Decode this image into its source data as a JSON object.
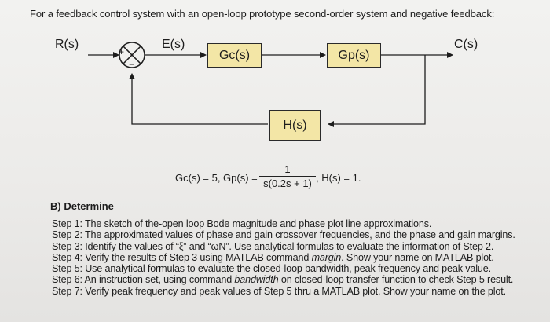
{
  "intro": "For a feedback control system with an open-loop prototype second-order system and negative feedback:",
  "diagram": {
    "input_label": "R(s)",
    "error_label": "E(s)",
    "output_label": "C(s)",
    "plus_sign": "+",
    "minus_sign": "−",
    "controller_label": "Gc(s)",
    "plant_label": "Gp(s)",
    "feedback_label": "H(s)",
    "block_color": "#f3e6a6"
  },
  "equation": {
    "left": "Gc(s) = 5,  Gp(s) =",
    "numerator": "1",
    "denominator": "s(0.2s + 1)",
    "right": ",  H(s) = 1."
  },
  "section_heading": "B) Determine",
  "steps": [
    {
      "pre": "Step 1: The sketch of the-open loop Bode magnitude and phase plot line approximations.",
      "em": "",
      "post": ""
    },
    {
      "pre": "Step 2: The approximated values of phase and gain crossover frequencies, and the phase and gain margins.",
      "em": "",
      "post": ""
    },
    {
      "pre": "Step 3: Identify the values of “ξ” and “ωN”.  Use analytical formulas to evaluate the information of Step 2.",
      "em": "",
      "post": ""
    },
    {
      "pre": "Step 4: Verify the results of Step 3 using MATLAB command ",
      "em": "margin",
      "post": ".  Show your name on MATLAB plot."
    },
    {
      "pre": "Step 5: Use analytical formulas to evaluate the closed-loop bandwidth, peak frequency and peak value.",
      "em": "",
      "post": ""
    },
    {
      "pre": "Step 6: An instruction set, using command ",
      "em": "bandwidth",
      "post": " on closed-loop transfer function to check Step 5 result."
    },
    {
      "pre": "Step 7: Verify peak frequency and peak values of Step 5 thru a MATLAB plot. Show your name on the plot.",
      "em": "",
      "post": ""
    }
  ]
}
